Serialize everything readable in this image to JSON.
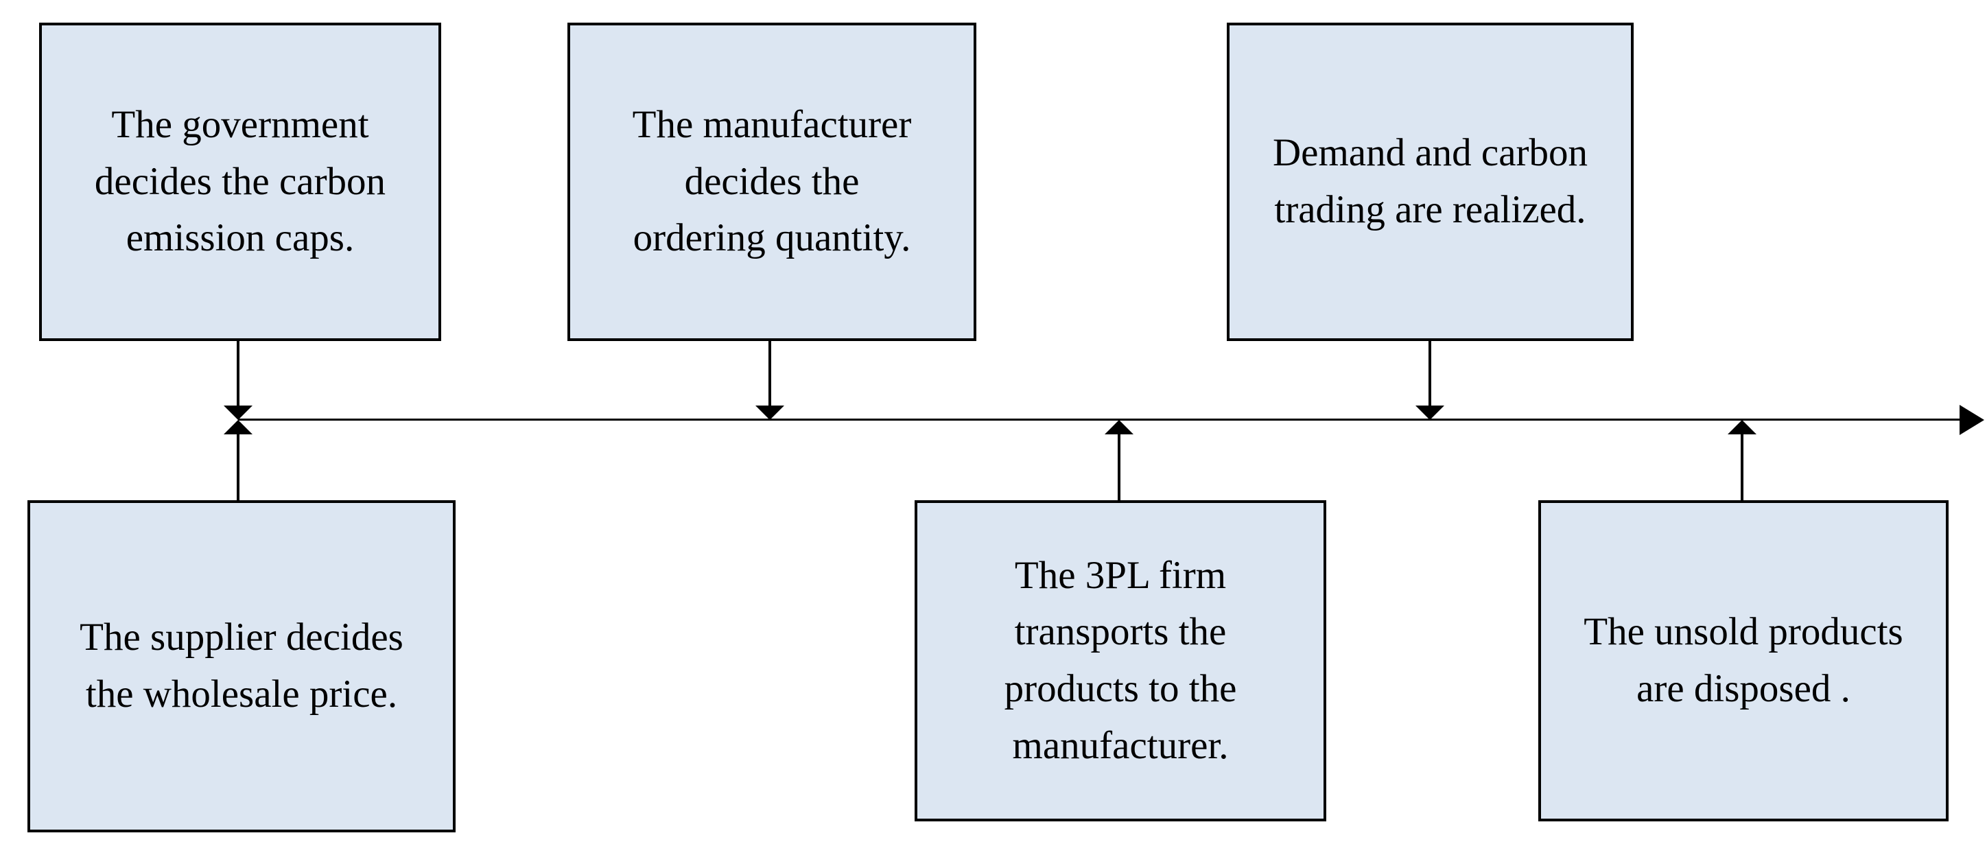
{
  "diagram": {
    "type": "event-timeline",
    "description_direction": "left-to-right",
    "timeline": {
      "orientation": "horizontal",
      "arrow_end": "right"
    }
  },
  "boxes": [
    {
      "id": "government-caps",
      "position": "top",
      "text": "The government decides the carbon emission caps.",
      "lines": [
        "The government",
        "decides the carbon",
        "emission caps."
      ]
    },
    {
      "id": "manufacturer-order",
      "position": "top",
      "text": "The manufacturer decides the ordering quantity.",
      "lines": [
        "The manufacturer",
        "decides the",
        "ordering quantity."
      ]
    },
    {
      "id": "demand-carbon-trading",
      "position": "top",
      "text": "Demand and carbon trading are realized.",
      "lines": [
        "Demand and carbon",
        "trading are realized."
      ]
    },
    {
      "id": "supplier-wholesale",
      "position": "bottom",
      "text": "The supplier decides the wholesale price.",
      "lines": [
        "The supplier decides",
        "the wholesale price."
      ]
    },
    {
      "id": "3pl-transport",
      "position": "bottom",
      "text": "The 3PL firm transports the products to the manufacturer.",
      "lines": [
        "The 3PL firm",
        "transports the",
        "products to the",
        "manufacturer."
      ]
    },
    {
      "id": "unsold-disposed",
      "position": "bottom",
      "text": "The unsold products are disposed .",
      "lines": [
        "The unsold products",
        "are disposed ."
      ]
    }
  ],
  "colors": {
    "box-fill": "#dce6f2",
    "box-border": "#000000",
    "line": "#000000",
    "text": "#000000",
    "bg": "#ffffff"
  }
}
